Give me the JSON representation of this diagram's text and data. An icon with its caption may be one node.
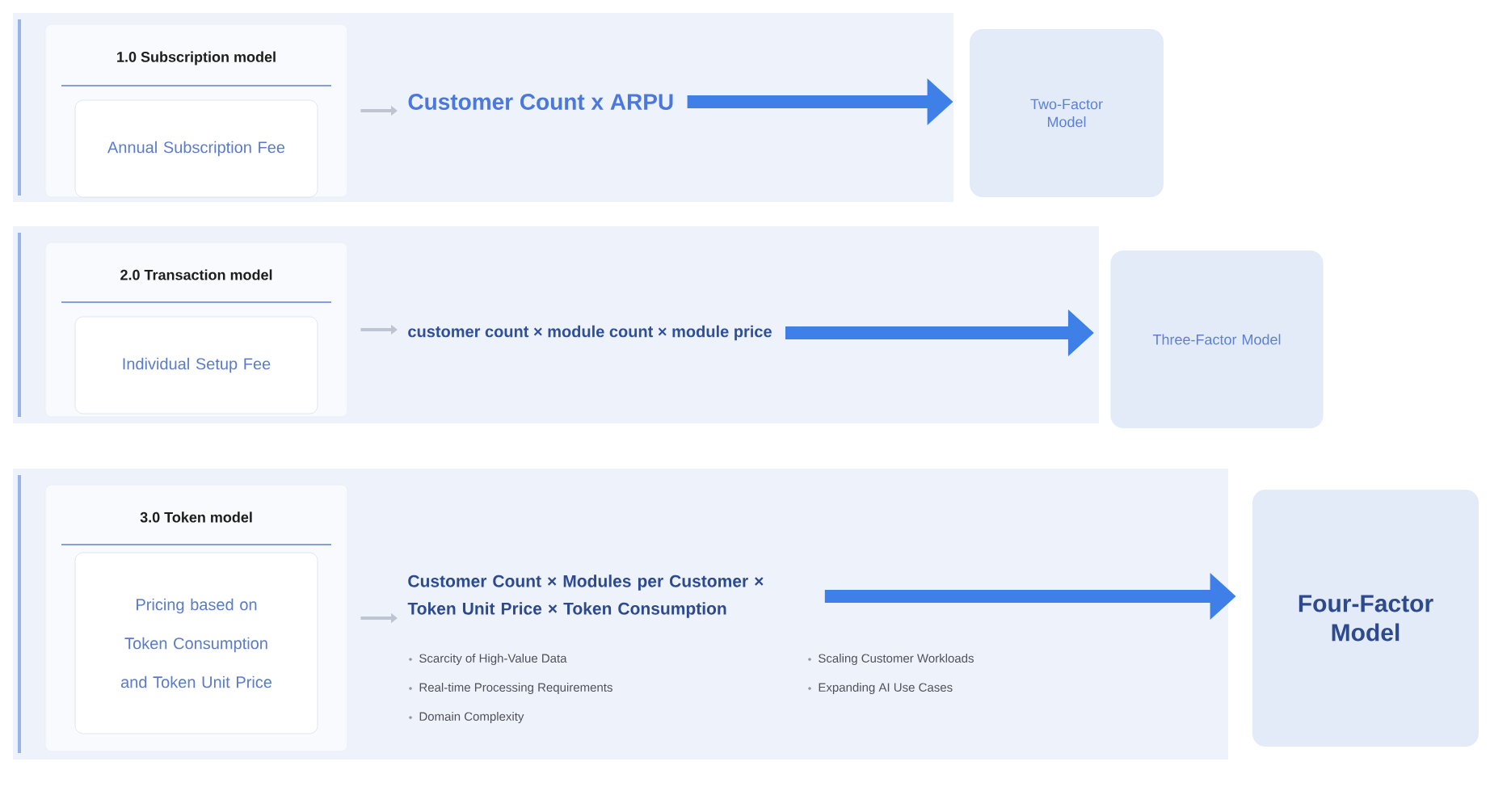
{
  "diagram": {
    "nodes": [
      {
        "text": [],
        "shape": "box"
      },
      {
        "text": [
          "1.0 Subscription model",
          "Annual Subscription Fee"
        ],
        "in": 0
      },
      {
        "text": [
          "Customer Count  x  ARPU"
        ],
        "in": 0
      },
      {
        "text": [
          "Two-Factor Model"
        ]
      },
      {
        "text": [],
        "shape": "box"
      },
      {
        "text": [
          "2.0 Transaction model",
          "Individual Setup Fee"
        ],
        "in": 4
      },
      {
        "text": [
          "customer count × module count × module price"
        ],
        "in": 4
      },
      {
        "text": [
          "Three-Factor Model"
        ]
      },
      {
        "text": [],
        "shape": "box"
      },
      {
        "text": [
          "3.0 Token model",
          "Pricing based on Token Consumption and Token Unit Price"
        ],
        "in": 8
      },
      {
        "text": [
          "Customer Count × Modules per Customer × Token Unit Price × Token Consumption"
        ],
        "in": 8
      },
      {
        "text": [
          "Four-Factor Model"
        ]
      }
    ],
    "edges": [
      {
        "from": 1,
        "to": 2,
        "arrow": "to"
      },
      {
        "from": 2,
        "to": 3,
        "arrow": "to",
        "style": "thick",
        "color": "#3f7fe8"
      },
      {
        "from": 5,
        "to": 6,
        "arrow": "to"
      },
      {
        "from": 6,
        "to": 7,
        "arrow": "to",
        "style": "thick",
        "color": "#3f7fe8"
      },
      {
        "from": 9,
        "to": 10,
        "arrow": "to"
      },
      {
        "from": 10,
        "to": 11,
        "arrow": "to",
        "style": "thick",
        "color": "#3f7fe8"
      }
    ],
    "labels": [
      "Scarcity of High-Value Data",
      "Scaling Customer Workloads",
      "Real-time Processing Requirements",
      "Expanding AI Use Cases",
      "Domain Complexity"
    ]
  }
}
